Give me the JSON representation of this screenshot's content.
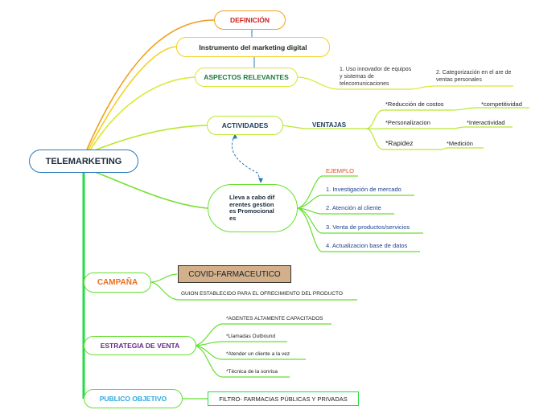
{
  "root": {
    "label": "TELEMARKETING"
  },
  "definicion": {
    "label": "DEFINICIÓN",
    "content": "Instrumento del marketing digital"
  },
  "aspectos": {
    "label": "ASPECTOS RELEVANTES",
    "items": [
      "1. Uso innovador de equipos y sistemas de telecomunicaciones",
      "2. Categorización en el are de ventas personales"
    ]
  },
  "actividades": {
    "label": "ACTIVIDADES",
    "ventajas": {
      "label": "VENTAJAS",
      "items": [
        {
          "label": "*Reducción de costos",
          "child": "*competitividad"
        },
        {
          "label": "*Personalizacion",
          "child": "*Interactividad"
        },
        {
          "label": "*Rapidez",
          "child": "*Medición"
        }
      ]
    }
  },
  "gestiones": {
    "label": "Lleva a cabo diferentes gestiones Promocionales",
    "example_label": "EJEMPLO",
    "items": [
      "1. Investigación de mercado",
      "2. Atención al cliente",
      "3. Venta de productos/servicios",
      "4. Actualizacion base de datos"
    ]
  },
  "campana": {
    "label": "CAMPAÑA",
    "boxed": "COVID-FARMACEUTICO",
    "sub": "GUION ESTABLECIDO PARA EL OFRECIMIENTO DEL PRODUCTO"
  },
  "estrategia": {
    "label": "ESTRATEGIA DE VENTA",
    "items": [
      "*AGENTES ALTAMENTE CAPACITADOS",
      "*Llamadas Outbound",
      "*Atender un cliente a la vez",
      "*Técnica de la sonrisa"
    ]
  },
  "publico": {
    "label": "PUBLICO OBJETIVO",
    "content": "FILTRO- FARMACIAS PÚBLICAS Y PRIVADAS"
  },
  "colors": {
    "root_border": "#2b7bb9",
    "definicion_text": "#cc2222",
    "definicion_border": "#f0a020",
    "contenido_border": "#f5d020",
    "aspectos_text": "#1a7a3a",
    "aspectos_border": "#d8e830",
    "activ_text": "#1a3a5a",
    "activ_border": "#b8e830",
    "green_line": "#22dd44",
    "ejemplo_text": "#e05020",
    "campana_text": "#e87020",
    "covid_fill": "#d2b08c",
    "estrategia_text": "#6a2a8a",
    "publico_text": "#29a8e0"
  }
}
